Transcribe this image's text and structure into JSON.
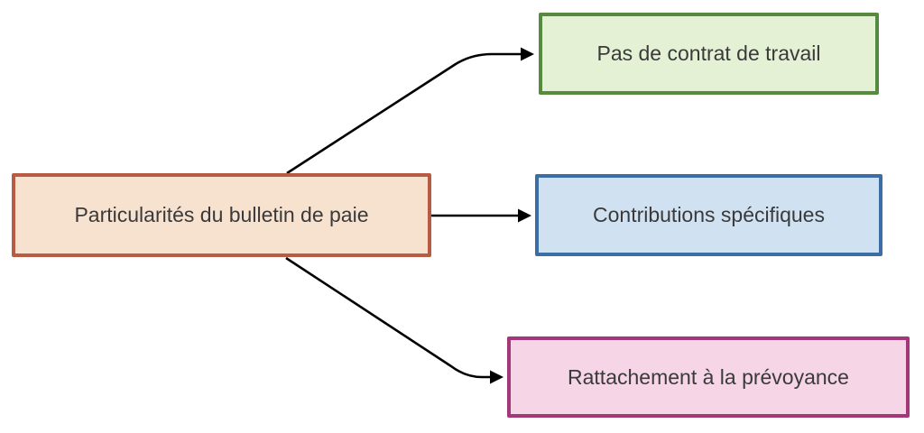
{
  "diagram": {
    "root": {
      "label": "Particularités du bulletin de paie",
      "fill_color": "#f7e2d0",
      "border_color": "#b85b45"
    },
    "children": [
      {
        "label": "Pas de contrat de travail",
        "fill_color": "#e5f1d5",
        "border_color": "#568a3e"
      },
      {
        "label": "Contributions spécifiques",
        "fill_color": "#d0e1f2",
        "border_color": "#3b6ea5"
      },
      {
        "label": "Rattachement à la prévoyance",
        "fill_color": "#f5d5e6",
        "border_color": "#a43779"
      }
    ],
    "connector_color": "#000000",
    "text_color": "#3a3a3a"
  }
}
